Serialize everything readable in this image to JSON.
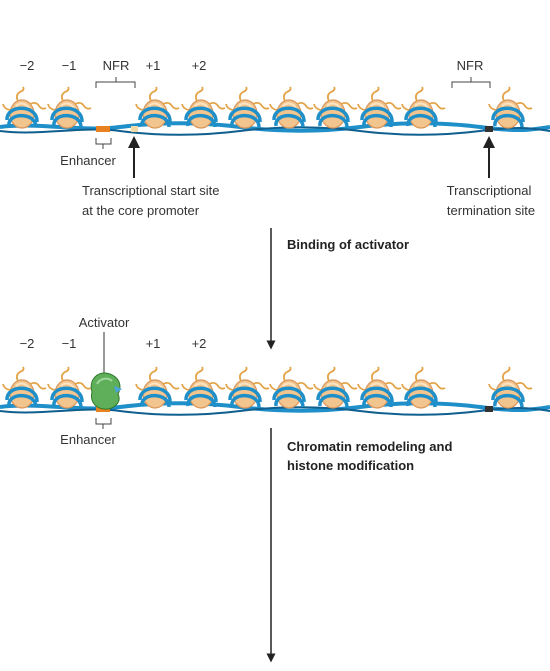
{
  "panel_top": {
    "positions": [
      "−2",
      "−1",
      "NFR",
      "+1",
      "+2"
    ],
    "nfr_right": "NFR",
    "enhancer": "Enhancer",
    "tss_line1": "Transcriptional start site",
    "tss_line2": "at the core promoter",
    "term_line1": "Transcriptional",
    "term_line2": "termination site"
  },
  "step1": {
    "label": "Binding of activator"
  },
  "panel_bottom": {
    "activator": "Activator",
    "positions": [
      "−2",
      "−1",
      "+1",
      "+2"
    ],
    "enhancer": "Enhancer"
  },
  "step2": {
    "line1": "Chromatin remodeling and",
    "line2": "histone modification"
  },
  "colors": {
    "dna": "#1f8fc9",
    "dna_dark": "#0f5f8f",
    "histone": "#f2c48e",
    "histone_shade": "#d9955a",
    "tail": "#e3a347",
    "enhancer": "#e8821e",
    "tss_mark": "#f3d9a6",
    "term_mark": "#333333",
    "activator": "#5fae5a",
    "activator_site": "#4aa3d9",
    "arrow": "#222222"
  }
}
